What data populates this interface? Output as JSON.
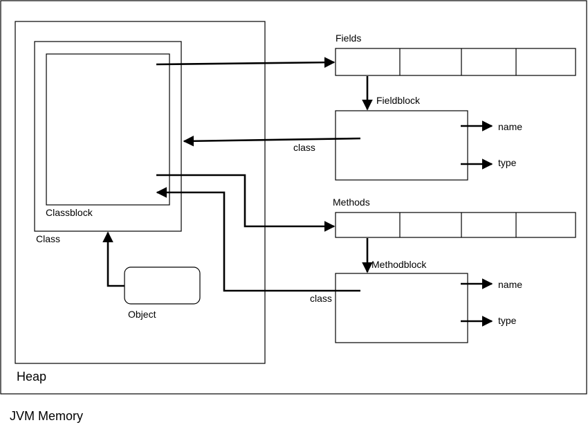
{
  "diagram": {
    "title": "JVM Memory",
    "heap": {
      "label": "Heap"
    },
    "class_box": {
      "label": "Class"
    },
    "classblock": {
      "label": "Classblock"
    },
    "object": {
      "label": "Object"
    },
    "fields": {
      "label": "Fields",
      "cells": 4,
      "block": {
        "label": "Fieldblock",
        "back_ref_label": "class",
        "members": [
          "name",
          "type"
        ]
      }
    },
    "methods": {
      "label": "Methods",
      "cells": 4,
      "block": {
        "label": "Methodblock",
        "back_ref_label": "class",
        "members": [
          "name",
          "type"
        ]
      }
    }
  }
}
